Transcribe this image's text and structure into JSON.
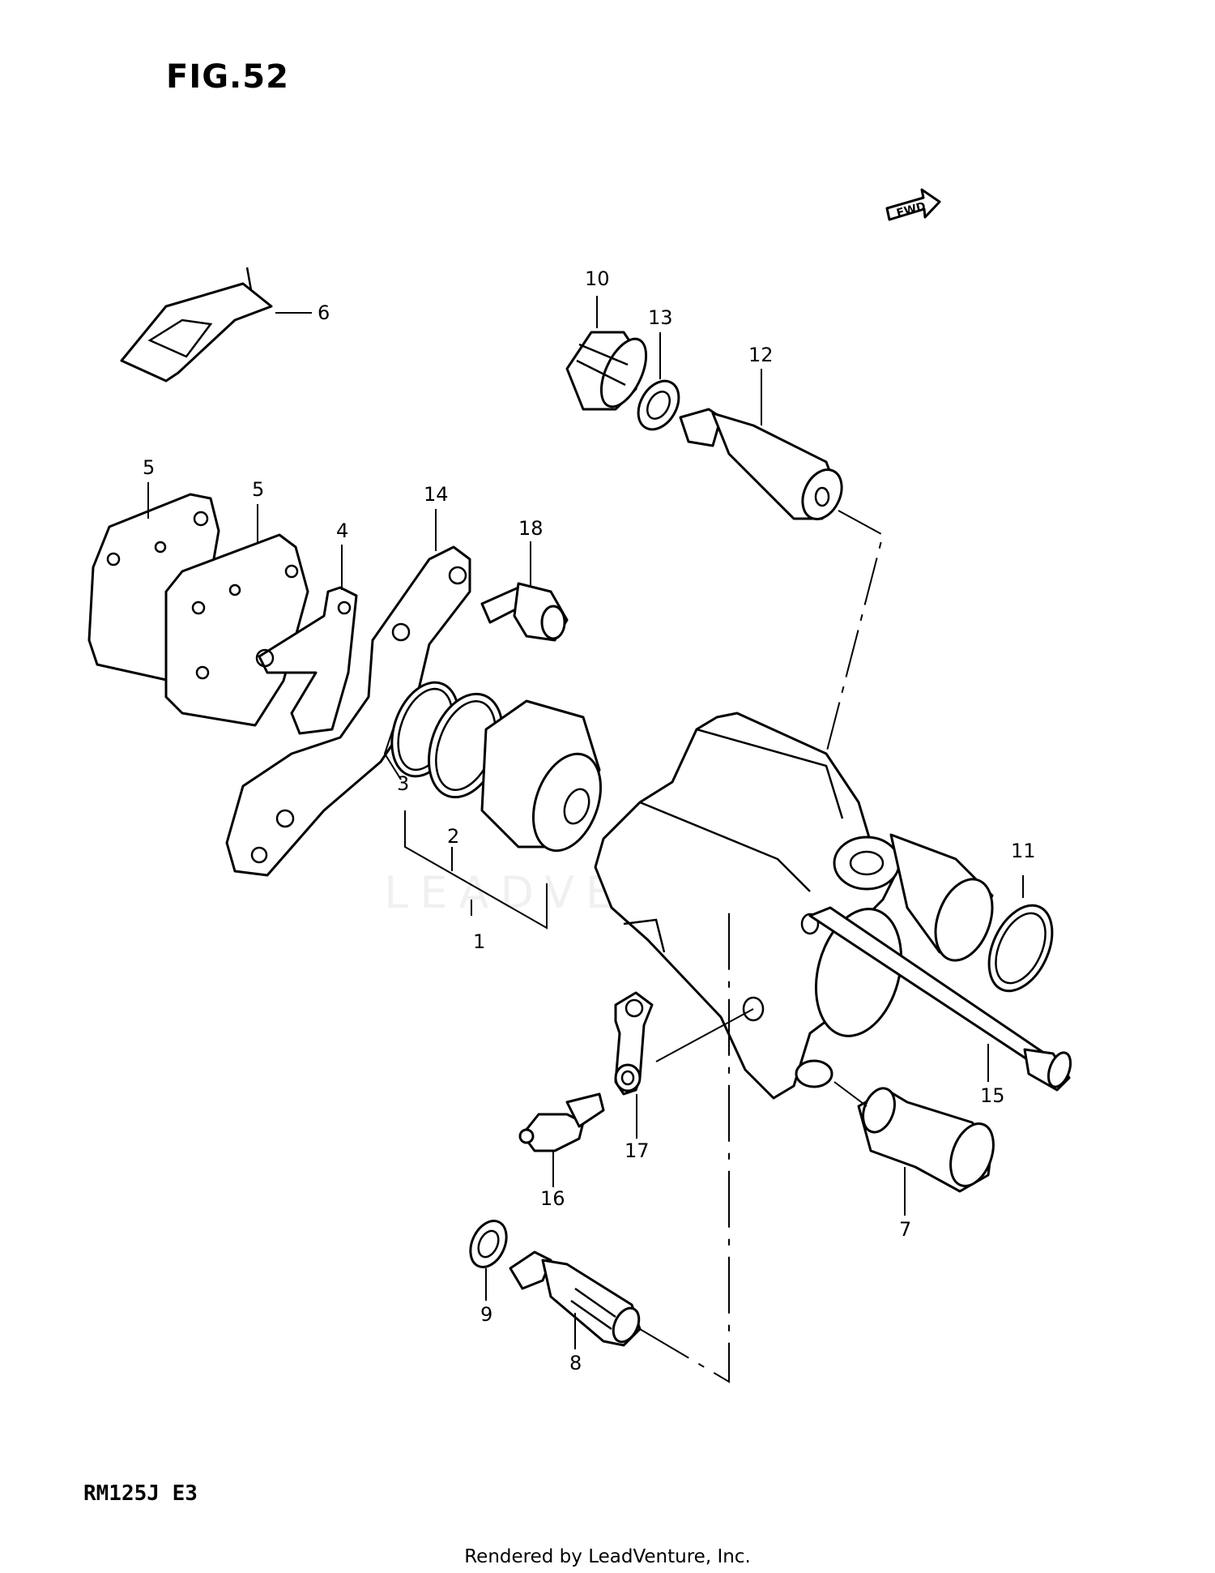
{
  "figure": {
    "title": "FIG.52",
    "model": "RM125J E3",
    "credit": "Rendered by LeadVenture, Inc.",
    "watermark": "LEADVENTURE"
  },
  "direction_marker": {
    "label": "FWD",
    "icon": "fwd-arrow-icon"
  },
  "callouts": [
    "1",
    "2",
    "3",
    "4",
    "5",
    "5",
    "6",
    "7",
    "8",
    "9",
    "10",
    "11",
    "12",
    "13",
    "14",
    "15",
    "16",
    "17",
    "18"
  ]
}
